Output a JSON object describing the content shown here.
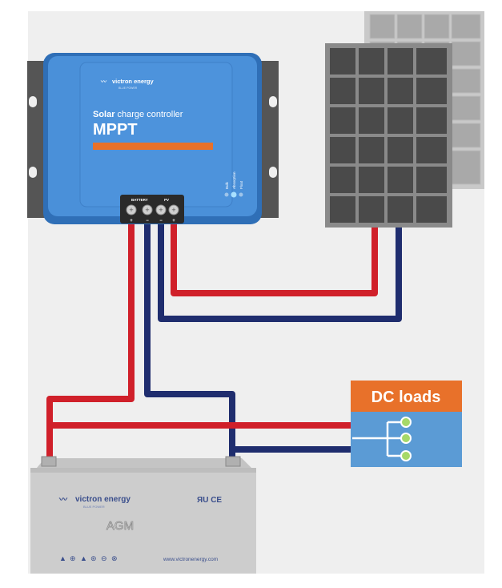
{
  "controller": {
    "brand": "victron energy",
    "brand_tagline": "BLUE POWER",
    "title_bold": "Solar",
    "title_rest": "charge controller",
    "model": "MPPT",
    "accent_color": "#e8712a",
    "body_color": "#4a90d9",
    "terminal_group_labels": [
      "BATTERY",
      "PV"
    ],
    "terminal_signs": [
      "+",
      "−",
      "−",
      "+"
    ],
    "led_labels": [
      "Bulk",
      "Absorption",
      "Float"
    ]
  },
  "dc_loads": {
    "title": "DC loads",
    "header_color": "#e8712a",
    "body_color": "#5b9bd5"
  },
  "battery": {
    "brand": "victron energy",
    "brand_tagline": "BLUE POWER",
    "type": "AGM",
    "cert_marks": "ЯU CE",
    "website": "www.victronenergy.com",
    "safety_symbols": [
      "▲",
      "⊕",
      "▲",
      "⊛",
      "⊖",
      "⊗"
    ]
  },
  "wires": {
    "positive_color": "#d0202a",
    "negative_color": "#1f2d6e"
  }
}
